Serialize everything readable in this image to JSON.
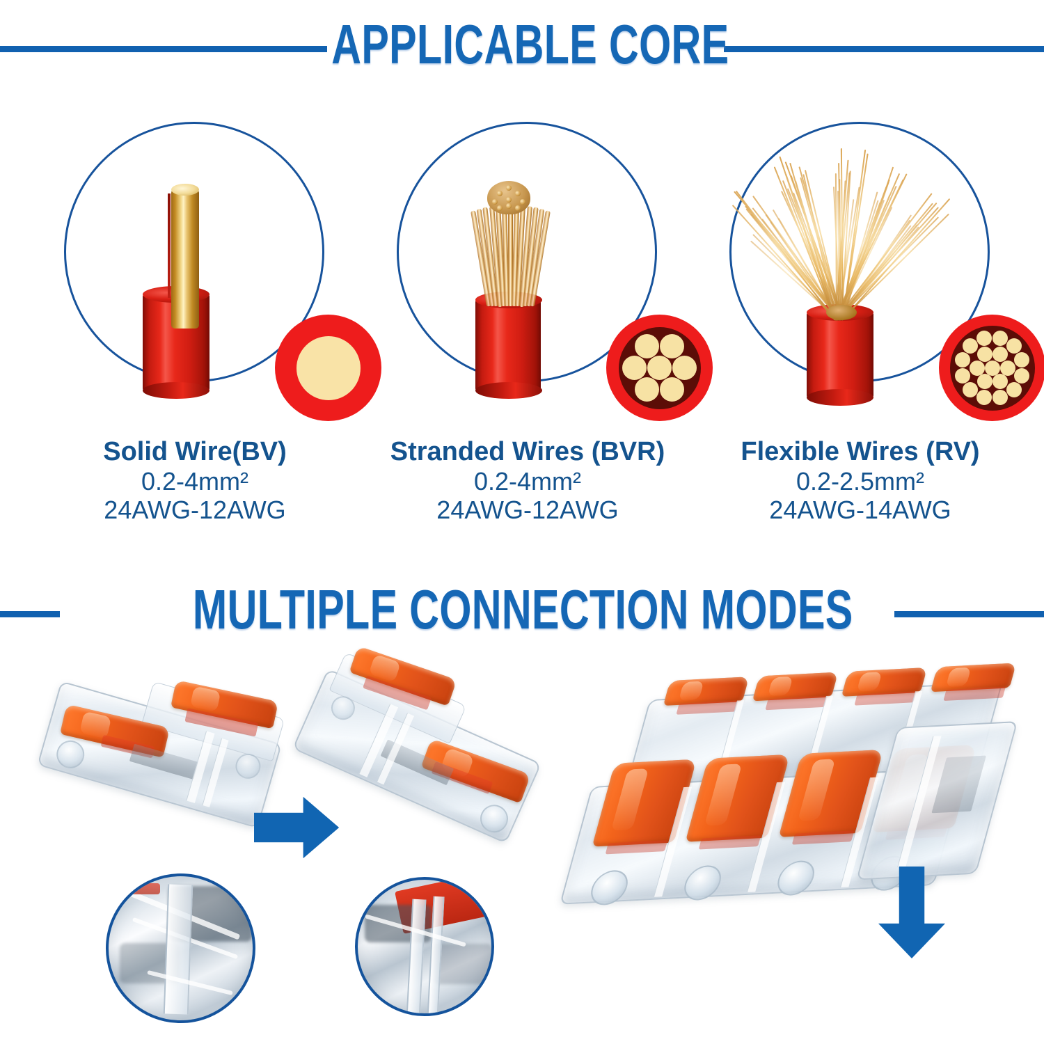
{
  "page": {
    "background": "#ffffff",
    "accent_blue": "#1165b2",
    "caption_blue": "#14538e",
    "outline_blue": "#17539c",
    "wire_red": "#ee1c1c",
    "copper": "#d9a857",
    "lever_orange": "#f3641b"
  },
  "sections": [
    {
      "id": "applicable-core",
      "title": "APPLICABLE CORE"
    },
    {
      "id": "multiple-connection-modes",
      "title": "MULTIPLE CONNECTION MODES"
    }
  ],
  "wire_types": [
    {
      "name": "solid-wire",
      "title": "Solid Wire(BV)",
      "area": "0.2-4mm²",
      "awg": "24AWG-12AWG",
      "core_style": "single-solid",
      "strand_count": 1
    },
    {
      "name": "stranded-wires",
      "title": "Stranded Wires (BVR)",
      "area": "0.2-4mm²",
      "awg": "24AWG-12AWG",
      "core_style": "stranded",
      "strand_count": 7
    },
    {
      "name": "flexible-wires",
      "title": "Flexible Wires (RV)",
      "area": "0.2-2.5mm²",
      "awg": "24AWG-14AWG",
      "core_style": "flexible",
      "strand_count": 19
    }
  ],
  "connection_modes": {
    "inline": {
      "name": "inline-splice",
      "connector_count": 2,
      "arrow": "arrow-right",
      "detail_insets": 2
    },
    "ganged": {
      "name": "ganged-stack",
      "connector_count": 4,
      "arrow": "arrow-down"
    }
  },
  "chart_data": null
}
